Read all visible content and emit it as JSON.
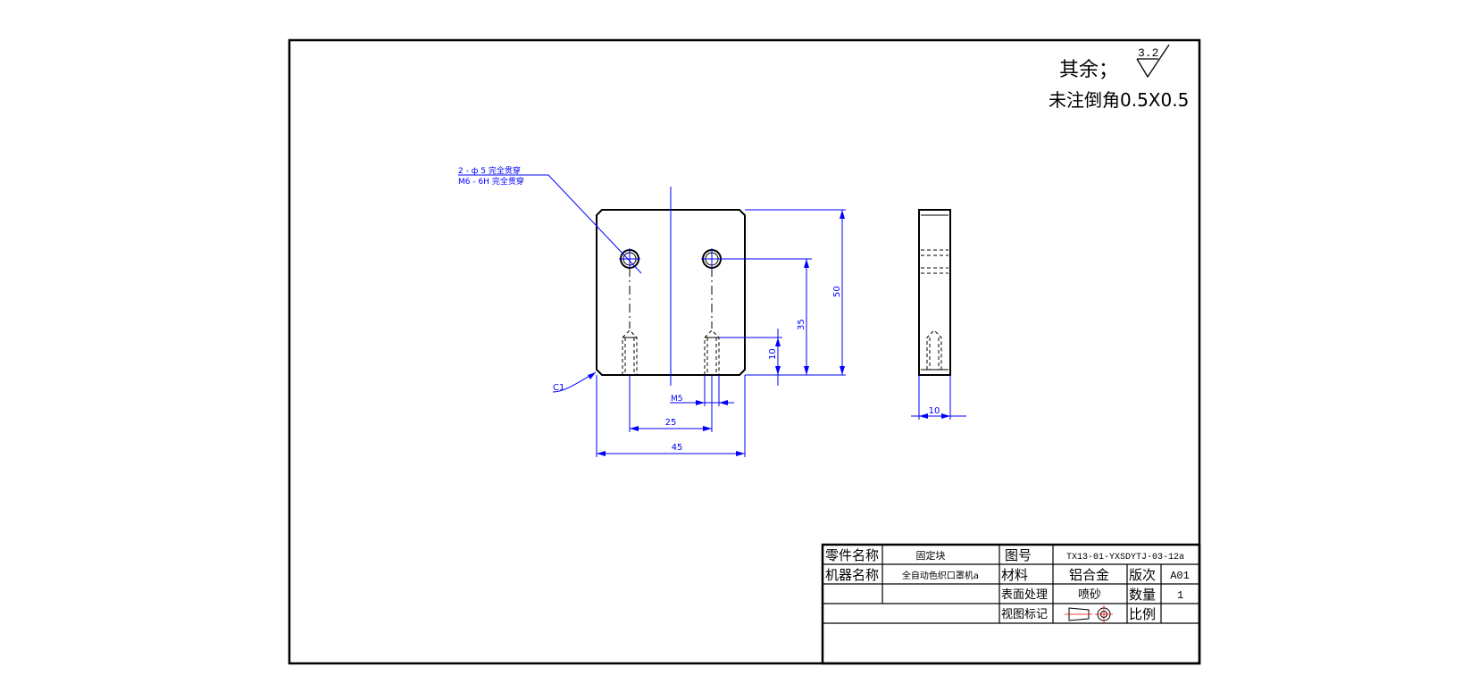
{
  "notes": {
    "roughness_prefix": "其余；",
    "roughness_value": "3.2",
    "chamfer_note": "未注倒角0.5X0.5"
  },
  "callouts": {
    "hole_line1": "2 - ф 5 完全贯穿",
    "hole_line2": "M6 - 6H 完全贯穿",
    "chamfer": "C1",
    "thread": "M5"
  },
  "dimensions": {
    "height_total": "50",
    "hole_height": "35",
    "thread_depth": "10",
    "hole_spacing": "25",
    "width_total": "45",
    "side_thickness": "10"
  },
  "title_block": {
    "part_name_label": "零件名称",
    "part_name_value": "固定块",
    "drawing_no_label": "图号",
    "drawing_no_value": "TX13-01-YXSDYTJ-03-12a",
    "machine_name_label": "机器名称",
    "machine_name_value": "全自动色织口罩机a",
    "material_label": "材料",
    "material_value": "铝合金",
    "revision_label": "版次",
    "revision_value": "A01",
    "surface_label": "表面处理",
    "surface_value": "喷砂",
    "quantity_label": "数量",
    "quantity_value": "1",
    "view_mark_label": "视图标记",
    "scale_label": "比例",
    "scale_value": ""
  },
  "colors": {
    "border": "#000000",
    "dimension": "#0000ff",
    "centerline": "#0000ff",
    "hidden": "#000000"
  }
}
